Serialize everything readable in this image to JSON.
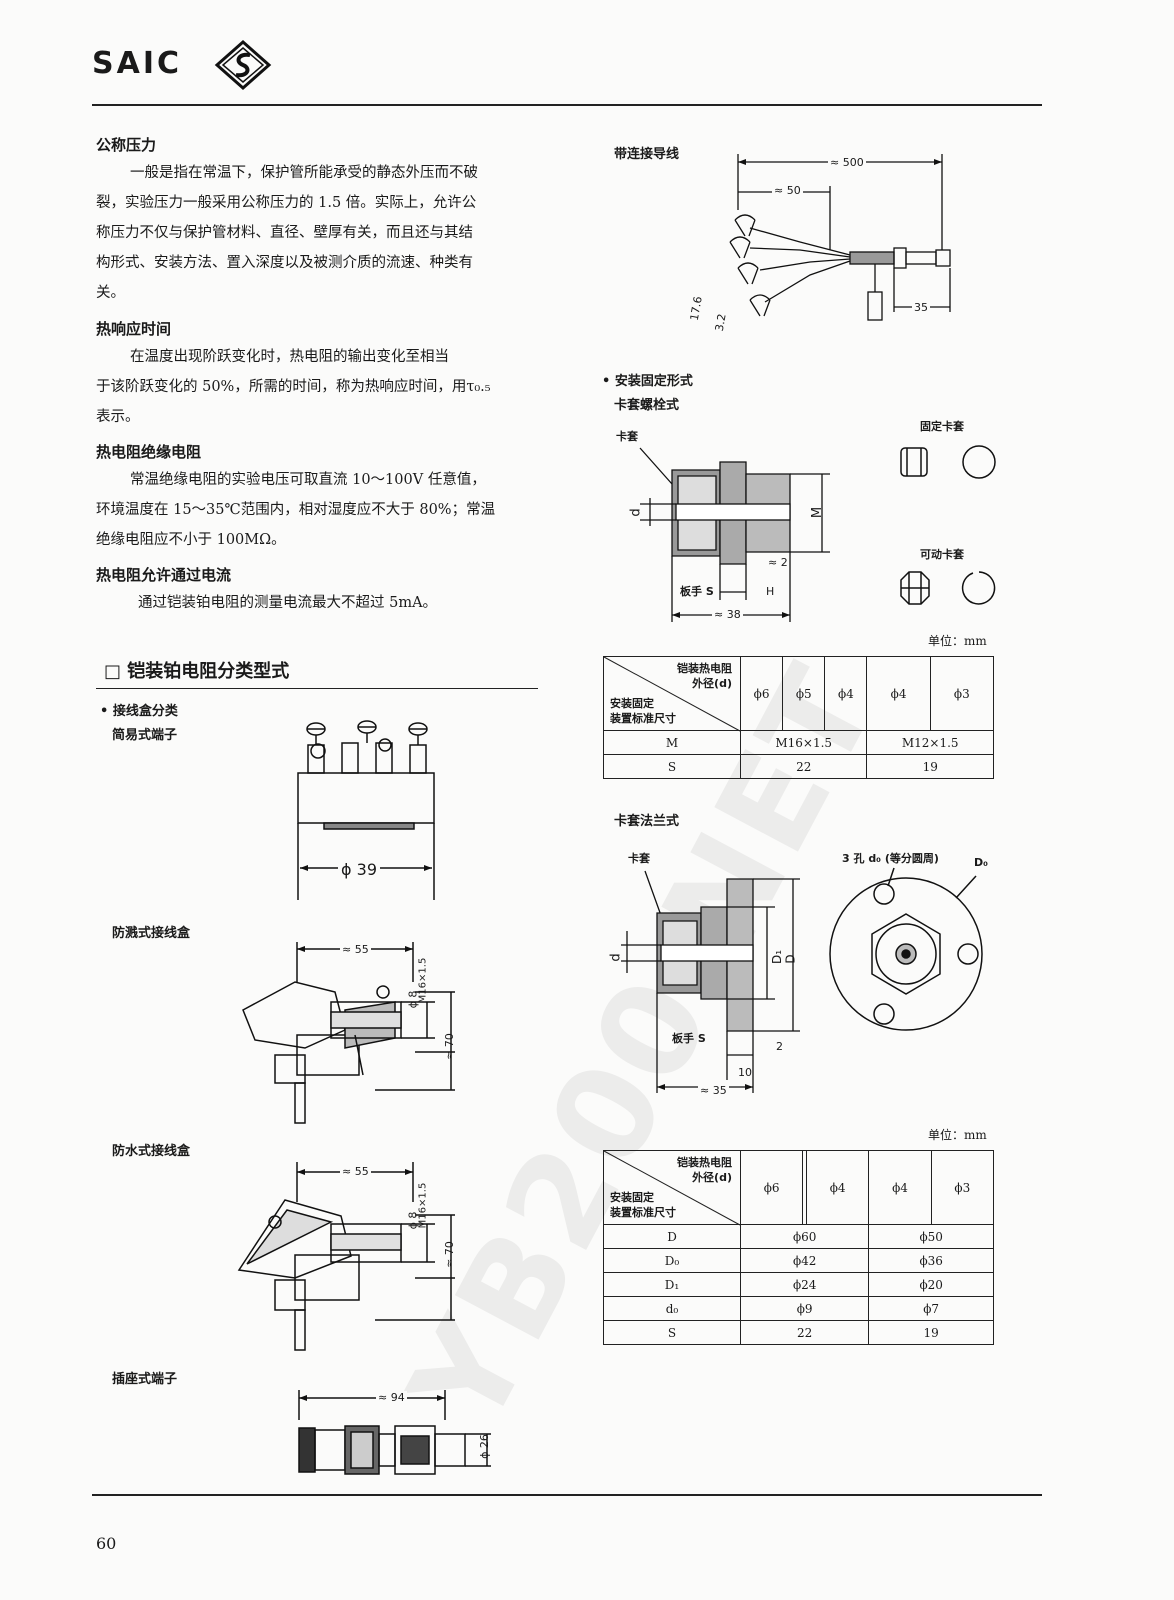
{
  "header": {
    "brand": "SAIC",
    "logo_icon": "saic-diamond-s-logo"
  },
  "left": {
    "s1": {
      "title": "公称压力",
      "lines": [
        "一般是指在常温下，保护管所能承受的静态外压而不破",
        "裂，实验压力一般采用公称压力的 1.5 倍。实际上，允许公",
        "称压力不仅与保护管材料、直径、壁厚有关，而且还与其结",
        "构形式、安装方法、置入深度以及被测介质的流速、种类有",
        "关。"
      ]
    },
    "s2": {
      "title": "热响应时间",
      "lines": [
        "在温度出现阶跃变化时，热电阻的输出变化至相当",
        "于该阶跃变化的 50%，所需的时间，称为热响应时间，用τ₀.₅",
        "表示。"
      ]
    },
    "s3": {
      "title": "热电阻绝缘电阻",
      "lines": [
        "常温绝缘电阻的实验电压可取直流 10～100V 任意值，",
        "环境温度在 15～35℃范围内，相对湿度应不大于 80%；常温",
        "绝缘电阻应不小于 100MΩ。"
      ]
    },
    "s4": {
      "title": "热电阻允许通过电流",
      "lines": [
        "通过铠装铂电阻的测量电流最大不超过 5mA。"
      ]
    },
    "section_title": "□  铠装铂电阻分类型式",
    "junction_box": {
      "bullet": "• 接线盒分类",
      "simple": "简易式端子",
      "splash": "防溅式接线盒",
      "waterproof": "防水式接线盒",
      "socket": "插座式端子"
    },
    "dims": {
      "phi39": "ϕ 39",
      "a55": "≈ 55",
      "phi8": "ϕ 8",
      "m16": "M16×1.5",
      "a70": "≈ 70",
      "a94": "≈ 94",
      "phi26": "ϕ 26"
    }
  },
  "right": {
    "lead_wire": {
      "title": "带连接导线",
      "dim_500": "≈ 500",
      "dim_50": "≈ 50",
      "dim_35": "35",
      "dim_76": "17.6",
      "dim_32": "3.2"
    },
    "mount": {
      "bullet": "• 安装固定形式",
      "bolt_title": "卡套螺栓式",
      "ferrule": "卡套",
      "fixed_ferrule": "固定卡套",
      "movable_ferrule": "可动卡套",
      "d": "d",
      "M": "M",
      "a2": "≈ 2",
      "wrench": "板手 S",
      "H": "H",
      "a38": "≈ 38",
      "unit": "单位：mm"
    },
    "table1": {
      "hdr_tr": [
        "铠装热电阻",
        "外径(d)"
      ],
      "hdr_bl": [
        "安装固定",
        "装置标准尺寸"
      ],
      "cols": [
        "ϕ6",
        "ϕ5",
        "ϕ4",
        "ϕ4",
        "ϕ3"
      ],
      "rows": [
        {
          "label": "M",
          "a": "M16×1.5",
          "b": "M12×1.5"
        },
        {
          "label": "S",
          "a": "22",
          "b": "19"
        }
      ]
    },
    "flange": {
      "title": "卡套法兰式",
      "ferrule": "卡套",
      "holes": "3 孔 d₀ (等分圆周)",
      "D0": "D₀",
      "d": "d",
      "D1": "D₁",
      "D": "D",
      "wrench": "板手 S",
      "two": "2",
      "ten": "10",
      "a35": "≈ 35",
      "unit": "单位：mm"
    },
    "table2": {
      "hdr_tr": [
        "铠装热电阻",
        "外径(d)"
      ],
      "hdr_bl": [
        "安装固定",
        "装置标准尺寸"
      ],
      "cols": [
        "ϕ6",
        "",
        "ϕ4",
        "ϕ4",
        "ϕ3"
      ],
      "rows": [
        {
          "label": "D",
          "a": "ϕ60",
          "b": "ϕ50"
        },
        {
          "label": "D₀",
          "a": "ϕ42",
          "b": "ϕ36"
        },
        {
          "label": "D₁",
          "a": "ϕ24",
          "b": "ϕ20"
        },
        {
          "label": "d₀",
          "a": "ϕ9",
          "b": "ϕ7"
        },
        {
          "label": "S",
          "a": "22",
          "b": "19"
        }
      ]
    }
  },
  "footer": {
    "page_number": "60"
  },
  "watermark": "YB200.NET"
}
